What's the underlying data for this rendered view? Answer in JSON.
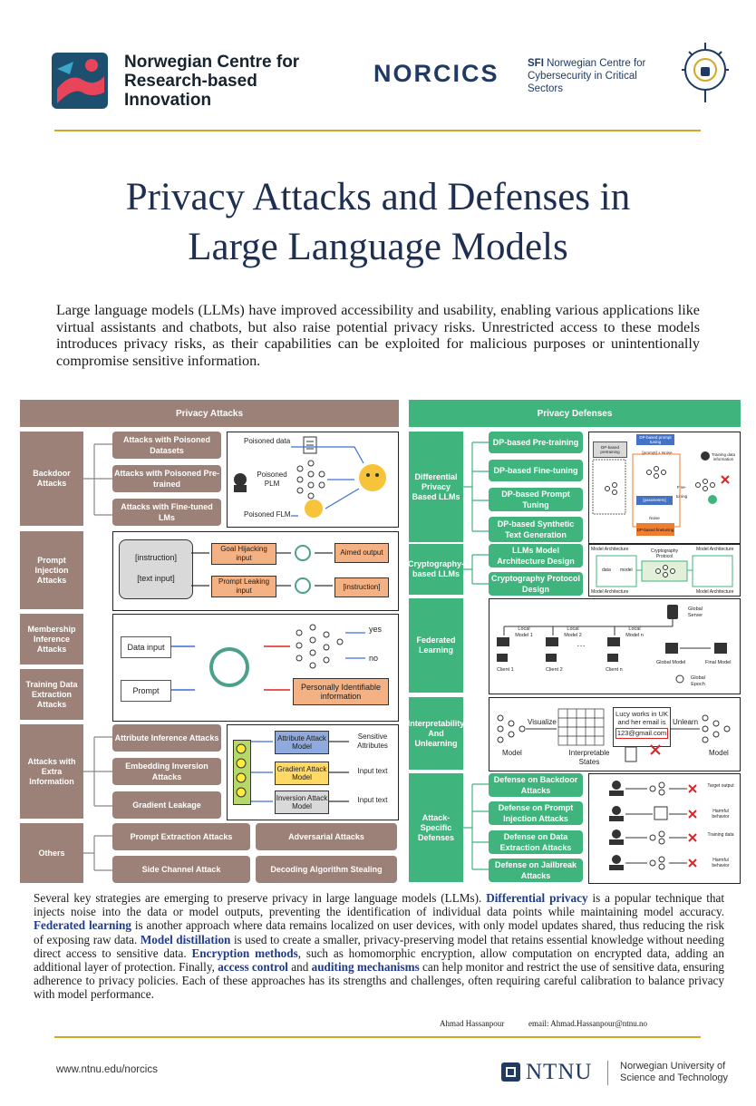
{
  "header": {
    "logo_left_text": "Norwegian Centre for Research-based Innovation",
    "norcics": "NORCICS",
    "sfi_bold": "SFI",
    "sfi_text": " Norwegian Centre for Cybersecurity in Critical Sectors"
  },
  "title_line1": "Privacy Attacks and Defenses in",
  "title_line2": "Large Language Models",
  "intro": "Large language models (LLMs) have improved accessibility and usability, enabling various applications like virtual assistants and chatbots, but also raise potential privacy risks. Unrestricted access to these models introduces privacy risks, as their capabilities can be exploited for malicious purposes or unintentionally compromise sensitive information.",
  "attacks": {
    "header": "Privacy Attacks",
    "backdoor": {
      "label": "Backdoor Attacks",
      "items": [
        "Attacks with Poisoned Datasets",
        "Attacks with Poisoned Pre-trained",
        "Attacks with Fine-tuned LMs"
      ],
      "diagram": {
        "poisoned_data": "Poisoned data",
        "poisoned_plm": "Poisoned PLM",
        "poisoned_flm": "Poisoned FLM"
      }
    },
    "prompt_injection": {
      "label": "Prompt Injection Attacks",
      "instruction": "[instruction]",
      "text_input": "[text input]",
      "goal_hijacking": "Goal Hijacking input",
      "prompt_leaking": "Prompt Leaking input",
      "aimed_output": "Aimed output",
      "instruction_out": "[instruction]"
    },
    "membership": {
      "label": "Membership Inference Attacks"
    },
    "extraction": {
      "label": "Training Data Extraction Attacks"
    },
    "membership_diagram": {
      "data_input": "Data input",
      "prompt": "Prompt",
      "yes": "yes",
      "no": "no",
      "pii": "Personally Identifiable information"
    },
    "extra_info": {
      "label": "Attacks with Extra Information",
      "items": [
        "Attribute Inference Attacks",
        "Embedding Inversion Attacks",
        "Gradient Leakage"
      ],
      "models": [
        "Attribute Attack Model",
        "Gradient Attack Model",
        "Inversion Attack Model"
      ],
      "outputs": [
        "Sensitive Attributes",
        "Input text",
        "Input text"
      ]
    },
    "others": {
      "label": "Others",
      "items": [
        "Prompt Extraction Attacks",
        "Adversarial Attacks",
        "Side Channel Attack",
        "Decoding Algorithm Stealing"
      ]
    }
  },
  "defenses": {
    "header": "Privacy Defenses",
    "dp": {
      "label": "Differential Privacy Based LLMs",
      "items": [
        "DP-based Pre-training",
        "DP-based Fine-tuning",
        "DP-based Prompt Tuning",
        "DP-based Synthetic Text Generation"
      ],
      "diagram": {
        "pretraining": "DP-based pretraining",
        "prompt_tuning": "DP-based prompt tuning",
        "prompt_noise": "[prompt] + Noise",
        "finetuning": "DP-based finetuning",
        "noise": "Noise",
        "fine_tuning": "Fine-tuning",
        "parameters": "[parameters]",
        "training_info": "Training data information"
      }
    },
    "crypto": {
      "label": "Cryptography-based LLMs",
      "items": [
        "LLMs Model Architecture Design",
        "Cryptography Protocol Design"
      ],
      "diagram": {
        "ma1": "Model Architecture",
        "ma2": "Model Architecture",
        "ma3": "Model Architecture",
        "ma4": "Model Architecture",
        "cp": "Cryptography Protocol",
        "data": "data",
        "model": "model"
      }
    },
    "federated": {
      "label": "Federated Learning",
      "diagram": {
        "server": "Global Server",
        "m1": "Local Model 1",
        "m2": "Local Model 2",
        "mn": "Local Model n",
        "c1": "Client 1",
        "c2": "Client 2",
        "cn": "Client n",
        "global": "Global Model",
        "final": "Final Model",
        "epoch": "Global Epoch"
      }
    },
    "interp": {
      "label": "Interpretability And Unlearning",
      "diagram": {
        "visualize": "Visualize",
        "model": "Model",
        "states": "Interpretable States",
        "lucy": "Lucy works in UK and her email is",
        "email": "123@gmail.com",
        "unlearn": "Unlearn",
        "model2": "Model"
      }
    },
    "attack_specific": {
      "label": "Attack-Specific Defenses",
      "items": [
        "Defense on Backdoor Attacks",
        "Defense on Prompt Injection Attacks",
        "Defense on Data Extraction Attacks",
        "Defense on Jailbreak Attacks"
      ],
      "outputs": [
        "Target output",
        "Harmful behavior",
        "Training data",
        "Harmful behavior"
      ]
    }
  },
  "body": [
    {
      "t": "Several key strategies are emerging to preserve privacy in large language models (LLMs). "
    },
    {
      "b": "Differential privacy"
    },
    {
      "t": " is a popular technique that injects noise into the data or model outputs, preventing the identification of individual data points while maintaining model accuracy. "
    },
    {
      "b": "Federated learning"
    },
    {
      "t": " is another approach where data remains localized on user devices, with only model updates shared, thus reducing the risk of exposing raw data. "
    },
    {
      "b": "Model distillation"
    },
    {
      "t": " is used to create a smaller, privacy-preserving model that retains essential knowledge without needing direct access to sensitive data. "
    },
    {
      "b": "Encryption methods"
    },
    {
      "t": ", such as homomorphic encryption, allow computation on encrypted data, adding an additional layer of protection. Finally, "
    },
    {
      "b": "access control"
    },
    {
      "t": " and "
    },
    {
      "b": "auditing mechanisms"
    },
    {
      "t": " can help monitor and restrict the use of sensitive data, ensuring adherence to privacy policies. Each of these approaches has its strengths and challenges, often requiring careful calibration to balance privacy with model performance."
    }
  ],
  "author": "Ahmad Hassanpour",
  "email": "email: Ahmad.Hassanpour@ntnu.no",
  "footer": {
    "url": "www.ntnu.edu/norcics",
    "ntnu": "NTNU",
    "ntnu_full": "Norwegian University of Science and Technology"
  },
  "colors": {
    "accent_gold": "#d4a825",
    "title_navy": "#1f2f52",
    "attack_brown": "#9b8178",
    "defense_green": "#3fb47c",
    "bold_blue": "#1f3b8c"
  }
}
